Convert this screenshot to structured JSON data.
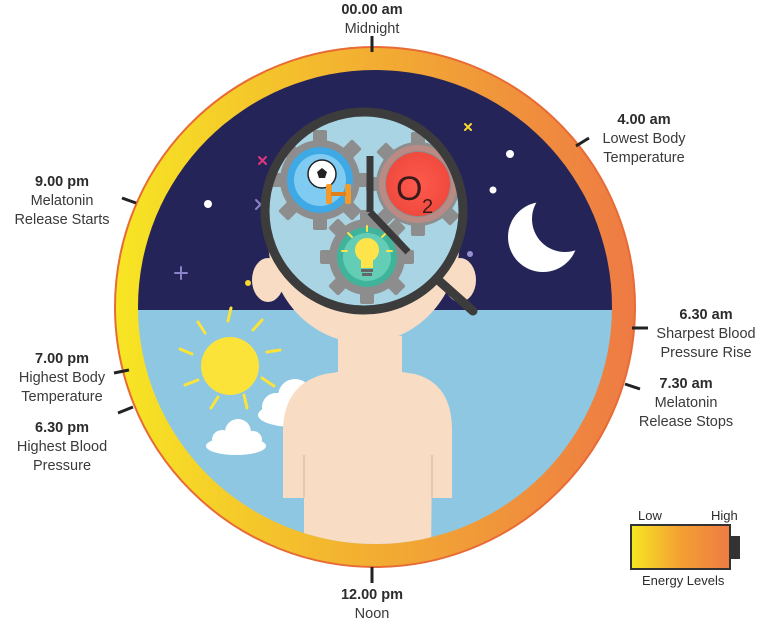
{
  "labels": {
    "midnight": {
      "time": "00.00 am",
      "desc": "Midnight"
    },
    "four_am": {
      "time": "4.00 am",
      "desc": "Lowest Body Temperature"
    },
    "six30_am": {
      "time": "6.30 am",
      "desc": "Sharpest Blood Pressure Rise"
    },
    "seven30_am": {
      "time": "7.30 am",
      "desc": "Melatonin Release Stops"
    },
    "noon": {
      "time": "12.00 pm",
      "desc": "Noon"
    },
    "six30_pm": {
      "time": "6.30 pm",
      "desc": "Highest Blood Pressure"
    },
    "seven_pm": {
      "time": "7.00 pm",
      "desc": "Highest Body Temperature"
    },
    "nine_pm": {
      "time": "9.00 pm",
      "desc": "Melatonin Release Starts"
    }
  },
  "legend": {
    "low": "Low",
    "high": "High",
    "title": "Energy Levels"
  },
  "clock": {
    "o2": "O",
    "o2_sub": "2"
  },
  "colors": {
    "ring_yellow": "#f7e623",
    "ring_orange": "#ee7a44",
    "night_sky": "#252458",
    "day_sky": "#8ec7e2",
    "sun": "#fbe33a",
    "skin": "#f9dcc4"
  }
}
